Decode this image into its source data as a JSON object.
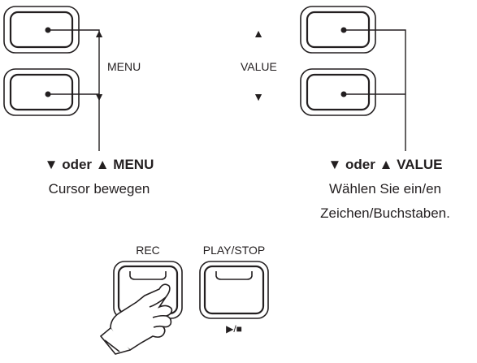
{
  "menu": {
    "up_arrow": "▲",
    "down_arrow": "▼",
    "label": "MENU",
    "caption_bold": "▼ oder ▲ MENU",
    "caption": "Cursor bewegen"
  },
  "value": {
    "up_arrow": "▲",
    "down_arrow": "▼",
    "label": "VALUE",
    "caption_bold": "▼ oder ▲ VALUE",
    "caption_line1": "Wählen Sie ein/en",
    "caption_line2": "Zeichen/Buchstaben."
  },
  "rec": {
    "label": "REC"
  },
  "play_stop": {
    "label": "PLAY/STOP",
    "symbol": "▶/■"
  },
  "colors": {
    "ink": "#231f20",
    "background": "#ffffff"
  }
}
